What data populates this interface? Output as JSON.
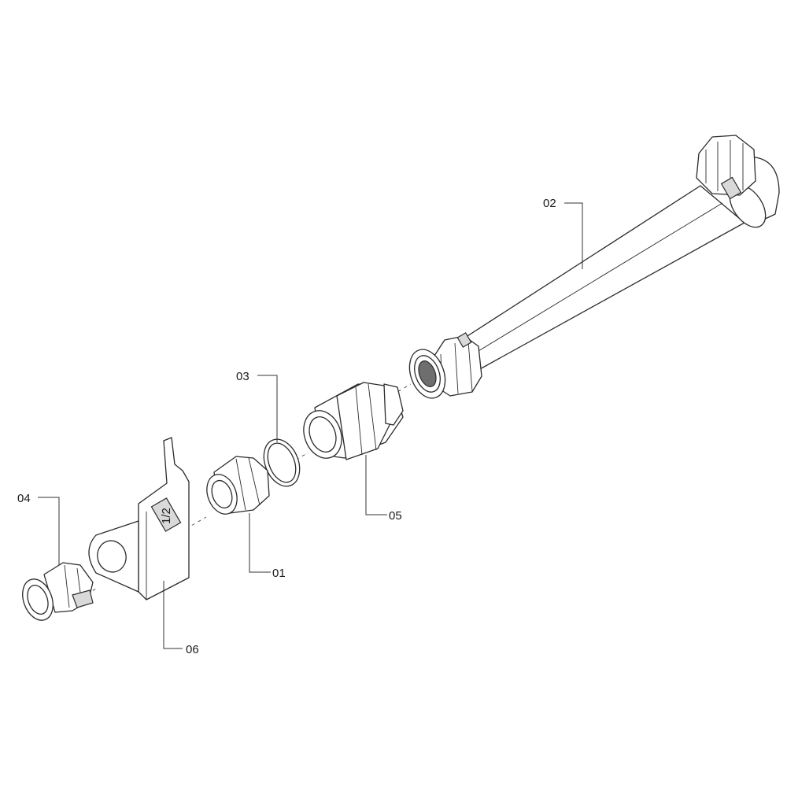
{
  "callouts": {
    "part_01": "01",
    "part_02": "02",
    "part_03": "03",
    "part_04": "04",
    "part_05": "05",
    "part_06": "06"
  },
  "bracket_marking": "1/2",
  "colors": {
    "line": "#2b2b2b",
    "background": "#ffffff",
    "shade": "#6e6e6e"
  }
}
